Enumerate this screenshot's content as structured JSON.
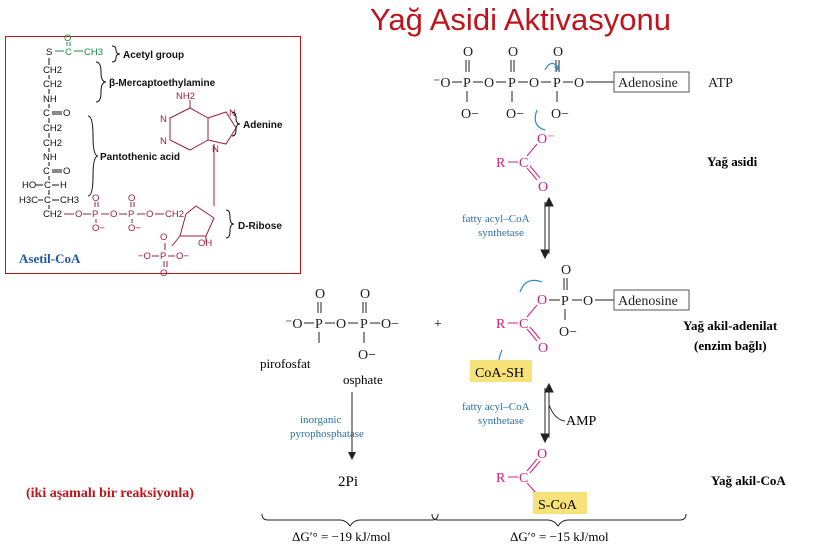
{
  "title": "Yağ Asidi Aktivasyonu",
  "coa_panel": {
    "caption": "Asetil-CoA",
    "groups": [
      "Acetyl group",
      "β-Mercaptoethylamine",
      "Adenine",
      "Pantothenic acid",
      "D-Ribose"
    ],
    "atoms": {
      "s": "S",
      "c": "C",
      "ch3": "CH3",
      "ch2": "CH2",
      "nh": "NH",
      "o": "O",
      "ho": "HO",
      "h": "H",
      "h3c": "H3C",
      "p": "P",
      "nh2": "NH2",
      "n": "N",
      "oh": "OH",
      "ominus": "O−",
      "neg": "−O"
    }
  },
  "scheme": {
    "atp_adenosine": "Adenosine",
    "atp_label": "ATP",
    "fatty_acid": "Yağ asidi",
    "enzyme1": [
      "fatty acyl–CoA",
      "synthetase"
    ],
    "adenylate_adenosine": "Adenosine",
    "adenylate": "Yağ akil-adenilat",
    "adenylate_note": "(enzim bağlı)",
    "coa_sh": "CoA-SH",
    "enzyme2": [
      "fatty acyl–CoA",
      "synthetase"
    ],
    "amp": "AMP",
    "acyl_coa": "Yağ akil-CoA",
    "s_coa": "S-CoA",
    "pyrophosphate": "pirofosfat",
    "pyrophosphate_hidden": "osphate",
    "pyrophosphatase": [
      "inorganic",
      "pyrophosphatase"
    ],
    "pi": "2Pi",
    "plus": "+",
    "two_step": "(iki aşamalı bir reaksiyonla)",
    "dg1": "ΔG′° = −19 kJ/mol",
    "dg2": "ΔG′° = −15 kJ/mol",
    "r": "R",
    "c": "C",
    "o": "O",
    "p": "P",
    "ominus": "O−"
  },
  "colors": {
    "title": "#c0141c",
    "magenta": "#d6207f",
    "enzyme": "#2a6fa8",
    "coa_dark": "#a01c40",
    "coa_green": "#1a8a4a",
    "highlight": "#f7e27a",
    "caption": "#1f5aa8"
  }
}
